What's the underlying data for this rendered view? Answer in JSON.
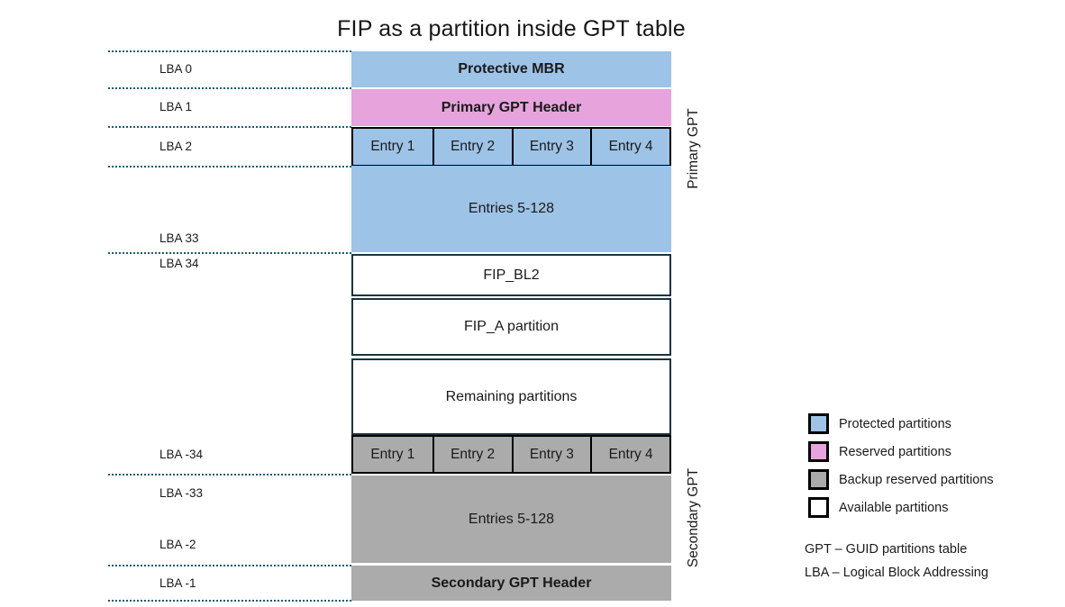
{
  "title": "FIP as a partition inside GPT table",
  "colors": {
    "protected": "#9DC3E6",
    "reserved": "#E6A3DC",
    "backup": "#ABABAB",
    "available": "#FFFFFF",
    "dotted_line": "#1E5A73",
    "block_border": "#1C3340"
  },
  "lba_labels": [
    "LBA 0",
    "LBA 1",
    "LBA 2",
    "LBA 33",
    "LBA 34",
    "LBA -34",
    "LBA -33",
    "LBA -2",
    "LBA -1"
  ],
  "blocks": {
    "protective_mbr": "Protective MBR",
    "primary_gpt_header": "Primary GPT Header",
    "primary_entries": [
      "Entry 1",
      "Entry 2",
      "Entry 3",
      "Entry 4"
    ],
    "primary_entries_rest": "Entries 5-128",
    "fip_bl2": "FIP_BL2",
    "fip_a_partition": "FIP_A partition",
    "remaining_partitions": "Remaining partitions",
    "secondary_entries": [
      "Entry 1",
      "Entry 2",
      "Entry 3",
      "Entry 4"
    ],
    "secondary_entries_rest": "Entries 5-128",
    "secondary_gpt_header": "Secondary GPT Header"
  },
  "side_labels": {
    "primary": "Primary GPT",
    "secondary": "Secondary GPT"
  },
  "legend": {
    "items": [
      {
        "label": "Protected partitions",
        "color": "#9DC3E6"
      },
      {
        "label": "Reserved partitions",
        "color": "#E6A3DC"
      },
      {
        "label": "Backup reserved partitions",
        "color": "#ABABAB"
      },
      {
        "label": "Available partitions",
        "color": "#FFFFFF"
      }
    ],
    "abbreviations": [
      "GPT – GUID partitions table",
      "LBA – Logical Block Addressing"
    ]
  }
}
